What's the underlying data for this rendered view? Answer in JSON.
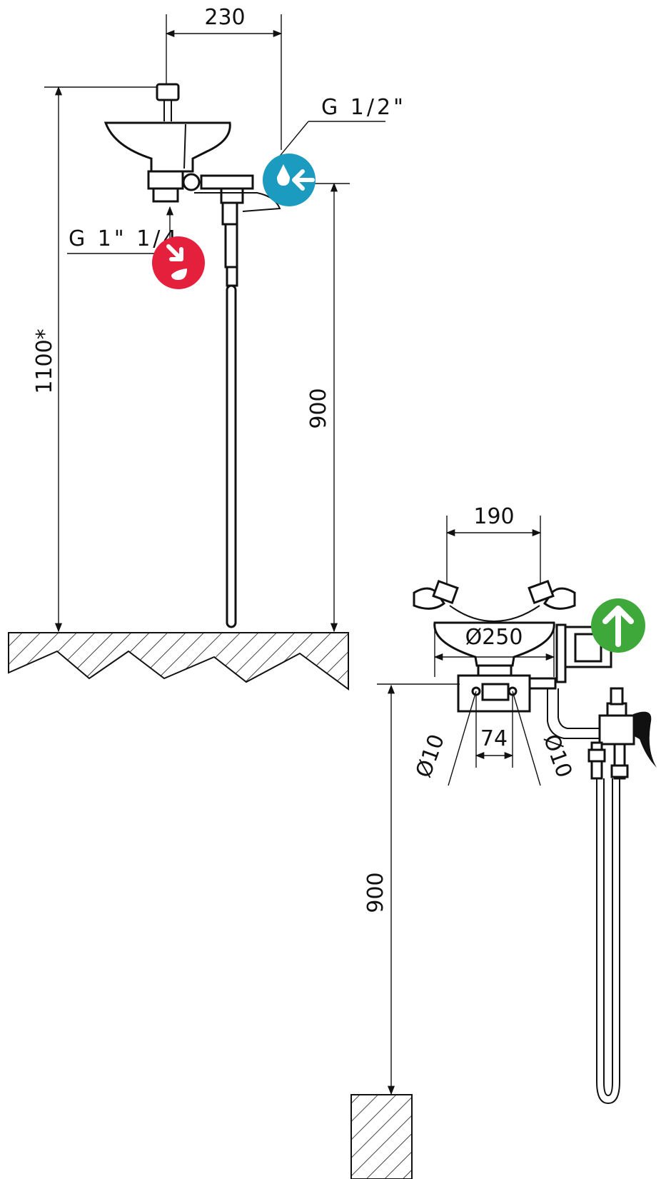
{
  "side_view": {
    "dim_width": "230",
    "thread_supply": "G 1/2\"",
    "thread_drain": "G 1\" 1/4",
    "dim_total_height": "1100*",
    "dim_bowl_height": "900"
  },
  "front_view": {
    "dim_handles": "190",
    "dim_bowl_diameter": "Ø250",
    "dim_holes": "74",
    "dim_hole_left": "Ø10",
    "dim_hole_right": "Ø10",
    "dim_bowl_height": "900"
  },
  "icons": {
    "water_inlet": {
      "name": "water-inlet-icon",
      "color": "#1a9bbf"
    },
    "drain_outlet": {
      "name": "drain-outlet-icon",
      "color": "#e4203d"
    },
    "arrow_up": {
      "name": "arrow-up-icon",
      "color": "#3ea83a"
    }
  }
}
